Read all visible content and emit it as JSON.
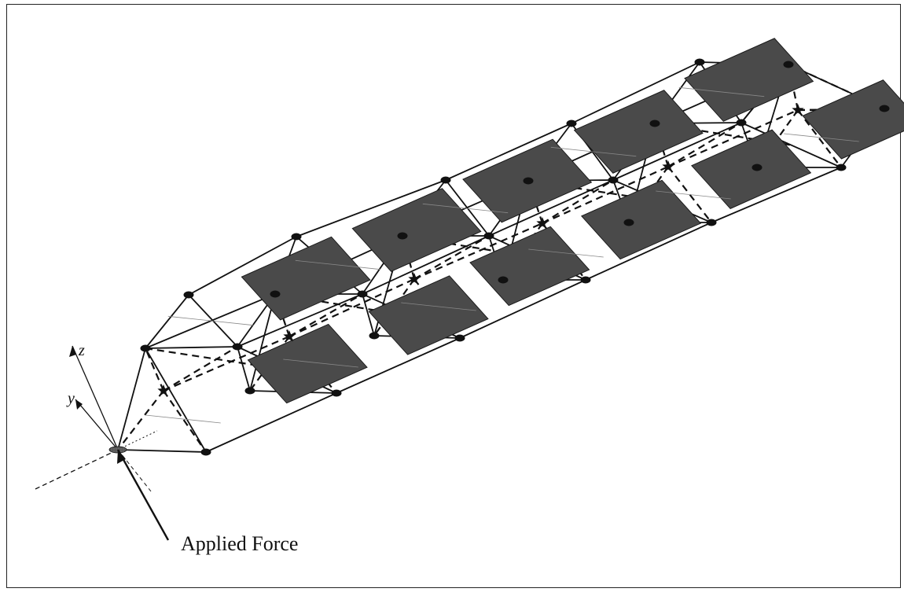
{
  "figure": {
    "axis_labels": {
      "z": "z",
      "y": "y"
    },
    "force_label": "Applied Force",
    "colors": {
      "ink": "#111111",
      "panel_fill": "#4a4a4a",
      "panel_stroke": "#1a1a1a",
      "node": "#111111",
      "background": "#ffffff"
    }
  }
}
